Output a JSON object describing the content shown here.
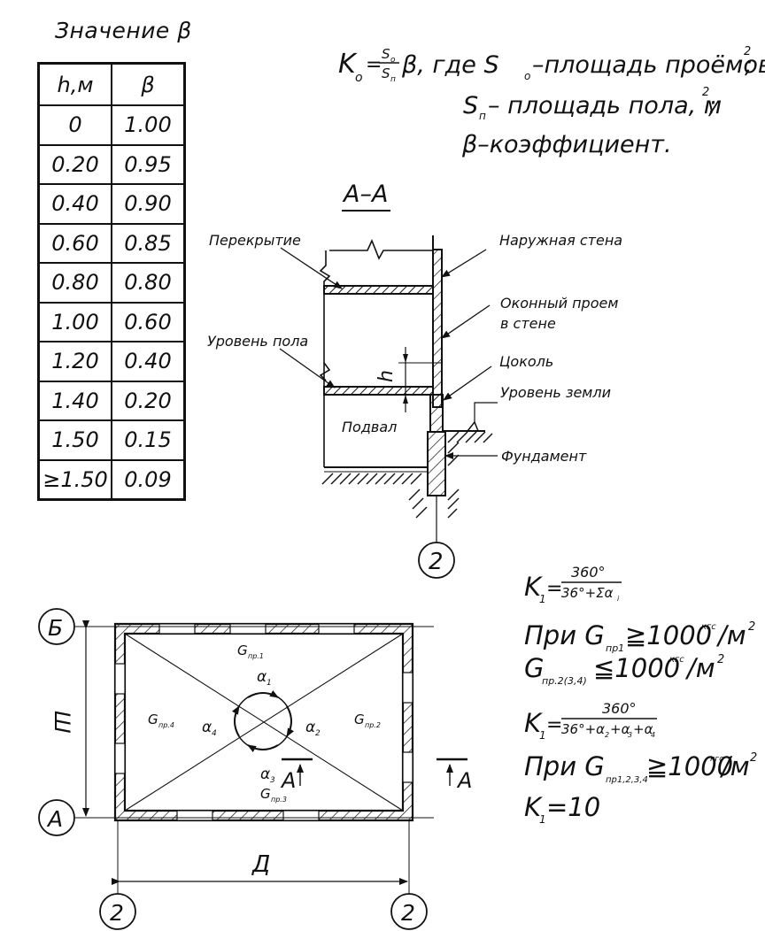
{
  "table": {
    "title": "Значение β",
    "headers": [
      "h,м",
      "β"
    ],
    "rows": [
      [
        "0",
        "1.00"
      ],
      [
        "0.20",
        "0.95"
      ],
      [
        "0.40",
        "0.90"
      ],
      [
        "0.60",
        "0.85"
      ],
      [
        "0.80",
        "0.80"
      ],
      [
        "1.00",
        "0.60"
      ],
      [
        "1.20",
        "0.40"
      ],
      [
        "1.40",
        "0.20"
      ],
      [
        "1.50",
        "0.15"
      ],
      [
        "≥1.50",
        "0.09"
      ]
    ]
  },
  "formula_k0": {
    "lhs": "K",
    "lhs_sub": "о",
    "num": "S",
    "num_sub": "о",
    "den": "S",
    "den_sub": "п",
    "rest": "β, где S",
    "rest_sub": "о",
    "rest2": "–площадь проёмов, м",
    "sup": "2",
    "tail": ";",
    "line2_a": "S",
    "line2_sub": "п",
    "line2_b": "– площадь пола, м",
    "line2_sup": "2",
    "line2_tail": ";",
    "line3": "β–коэффициент."
  },
  "section": {
    "title": "А–А",
    "labels": {
      "slab": "Перекрытие",
      "outer_wall": "Наружная стена",
      "window": "Оконный проем",
      "window2": "в стене",
      "floor_level": "Уровень пола",
      "plinth": "Цоколь",
      "ground_level": "Уровень земли",
      "basement": "Подвал",
      "foundation": "Фундамент",
      "h": "h",
      "axis2": "2"
    }
  },
  "plan": {
    "axis_b": "Б",
    "axis_a": "А",
    "axis_2_left": "2",
    "axis_2_right": "2",
    "dim_width": "Ш",
    "dim_length": "Д",
    "g1": "G",
    "g1_sub": "пр.1",
    "g2": "G",
    "g2_sub": "пр.2",
    "g3": "G",
    "g3_sub": "пр.3",
    "g4": "G",
    "g4_sub": "пр.4",
    "a1": "α",
    "a1_sub": "1",
    "a2": "α",
    "a2_sub": "2",
    "a3": "α",
    "a3_sub": "3",
    "a4": "α",
    "a4_sub": "4",
    "cut_a_left": "А",
    "cut_a_right": "А"
  },
  "formulas_k1": {
    "f1_lhs": "K",
    "f1_lhs_sub": "1",
    "f1_num": "360°",
    "f1_den": "36°+Σα",
    "f1_den_sub": "i",
    "c1_a": "При G",
    "c1_a_sub": "пр1",
    "c1_b": "≧1000",
    "c1_sup": "кгс",
    "c1_c": "/м",
    "c1_sup2": "2",
    "c2_a": "G",
    "c2_a_sub": "пр.2(3,4)",
    "c2_b": "≦1000",
    "c2_sup": "кгс",
    "c2_c": "/м",
    "c2_sup2": "2",
    "f2_lhs": "K",
    "f2_lhs_sub": "1",
    "f2_num": "360°",
    "f2_den": "36°+α",
    "f2_den_s2": "2",
    "f2_den_p": "+α",
    "f2_den_s3": "3",
    "f2_den_p2": "+α",
    "f2_den_s4": "4",
    "c3_a": "При G",
    "c3_a_sub": "пр1,2,3,4",
    "c3_b": "≧1000",
    "c3_sup": "кгс",
    "c3_c": "/м",
    "c3_sup2": "2",
    "f3": "K",
    "f3_sub": "1",
    "f3_rest": "=10"
  }
}
